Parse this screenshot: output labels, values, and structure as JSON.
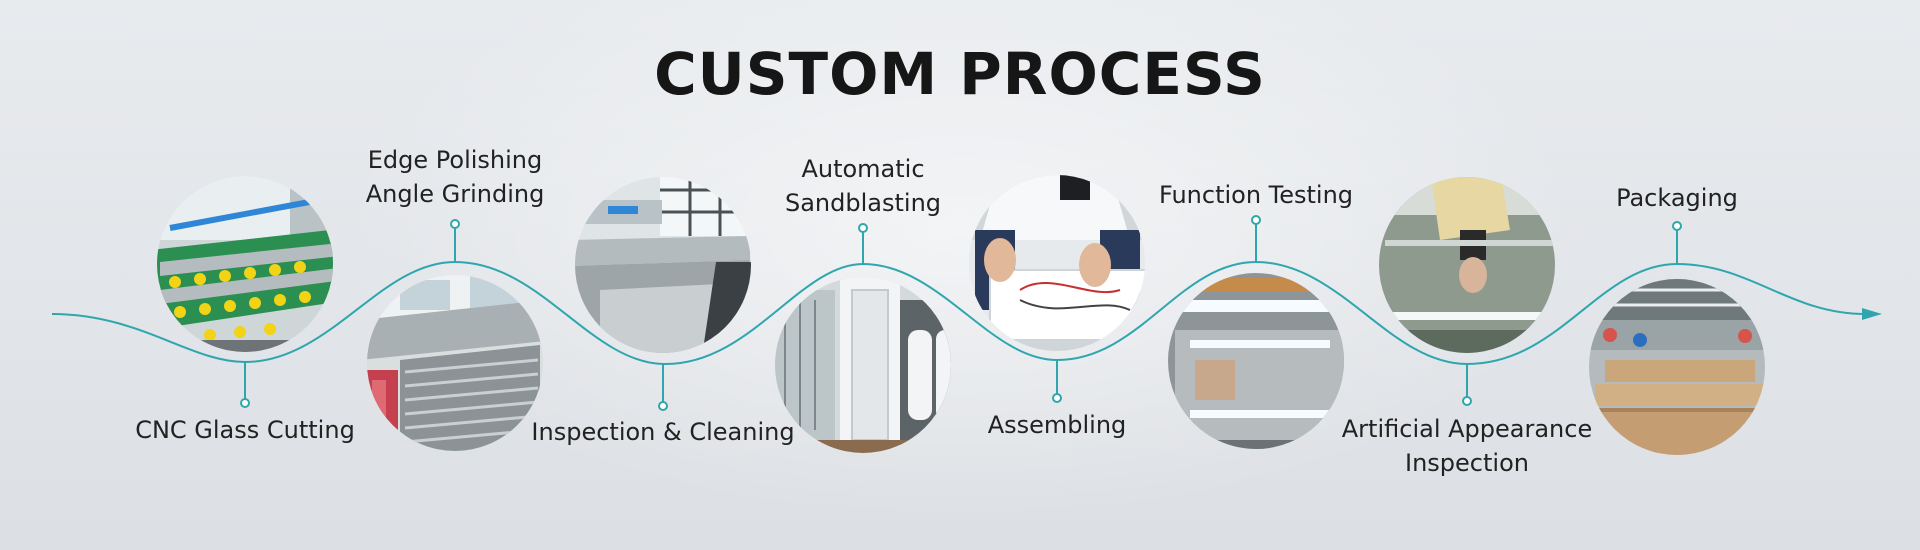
{
  "title": "CUSTOM PROCESS",
  "colors": {
    "accent": "#2fa6ae",
    "text": "#222222",
    "title": "#161616"
  },
  "steps": [
    {
      "label": [
        "CNC Glass Cutting"
      ],
      "photo": "glass-cutting-machine-photo"
    },
    {
      "label": [
        "Edge Polishing",
        "Angle Grinding"
      ],
      "photo": "edge-grinding-machine-photo"
    },
    {
      "label": [
        "Inspection & Cleaning"
      ],
      "photo": "glass-washing-machine-photo"
    },
    {
      "label": [
        "Automatic",
        "Sandblasting"
      ],
      "photo": "sandblasting-machine-photo"
    },
    {
      "label": [
        "Assembling"
      ],
      "photo": "hands-assembling-photo"
    },
    {
      "label": [
        "Function Testing"
      ],
      "photo": "light-testing-photo"
    },
    {
      "label": [
        "Artificial Appearance",
        "Inspection"
      ],
      "photo": "mirror-inspection-photo"
    },
    {
      "label": [
        "Packaging"
      ],
      "photo": "packaging-workshop-photo"
    }
  ]
}
